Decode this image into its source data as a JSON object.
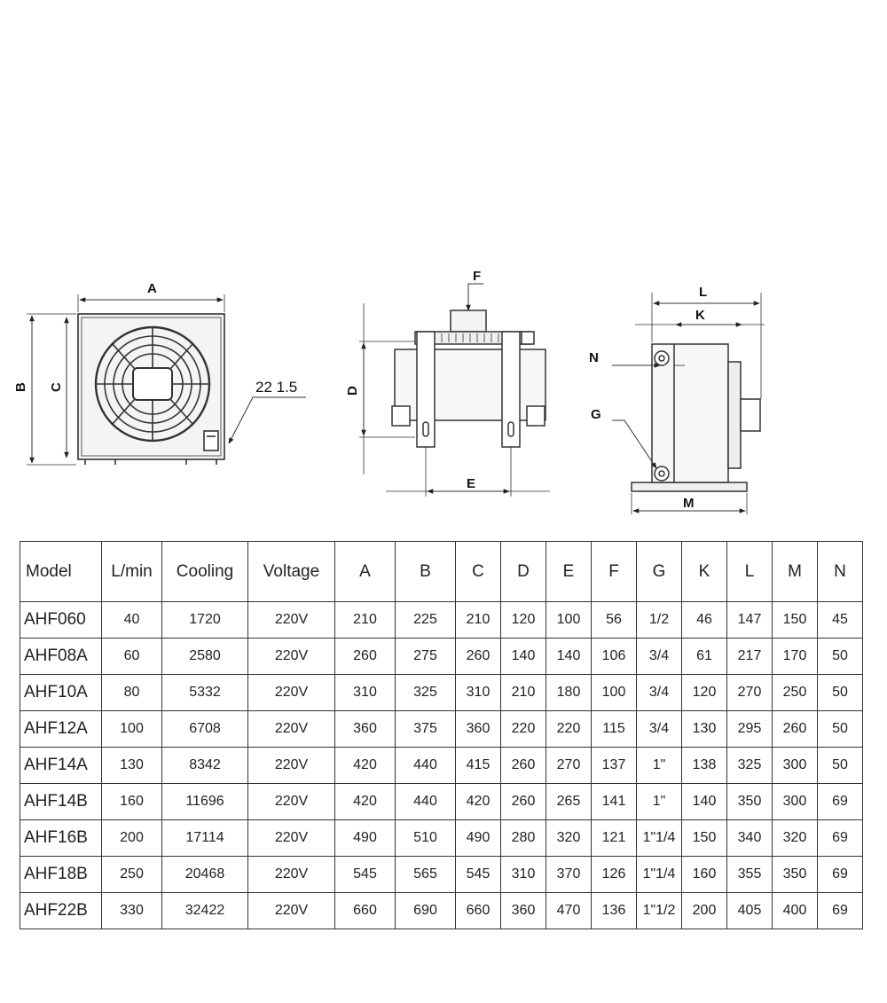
{
  "drawings": {
    "front": {
      "label_width": "A",
      "label_height_outer": "B",
      "label_height_inner": "C",
      "note": "22 1.5"
    },
    "middle": {
      "label_top": "F",
      "label_height": "D",
      "label_width": "E"
    },
    "side": {
      "label_L": "L",
      "label_K": "K",
      "label_N": "N",
      "label_G": "G",
      "label_M": "M"
    }
  },
  "table": {
    "headers": [
      "Model",
      "L/min",
      "Cooling",
      "Voltage",
      "A",
      "B",
      "C",
      "D",
      "E",
      "F",
      "G",
      "K",
      "L",
      "M",
      "N"
    ],
    "rows": [
      [
        "AHF060",
        "40",
        "1720",
        "220V",
        "210",
        "225",
        "210",
        "120",
        "100",
        "56",
        "1/2",
        "46",
        "147",
        "150",
        "45"
      ],
      [
        "AHF08A",
        "60",
        "2580",
        "220V",
        "260",
        "275",
        "260",
        "140",
        "140",
        "106",
        "3/4",
        "61",
        "217",
        "170",
        "50"
      ],
      [
        "AHF10A",
        "80",
        "5332",
        "220V",
        "310",
        "325",
        "310",
        "210",
        "180",
        "100",
        "3/4",
        "120",
        "270",
        "250",
        "50"
      ],
      [
        "AHF12A",
        "100",
        "6708",
        "220V",
        "360",
        "375",
        "360",
        "220",
        "220",
        "115",
        "3/4",
        "130",
        "295",
        "260",
        "50"
      ],
      [
        "AHF14A",
        "130",
        "8342",
        "220V",
        "420",
        "440",
        "415",
        "260",
        "270",
        "137",
        "1\"",
        "138",
        "325",
        "300",
        "50"
      ],
      [
        "AHF14B",
        "160",
        "11696",
        "220V",
        "420",
        "440",
        "420",
        "260",
        "265",
        "141",
        "1\"",
        "140",
        "350",
        "300",
        "69"
      ],
      [
        "AHF16B",
        "200",
        "17114",
        "220V",
        "490",
        "510",
        "490",
        "280",
        "320",
        "121",
        "1\"1/4",
        "150",
        "340",
        "320",
        "69"
      ],
      [
        "AHF18B",
        "250",
        "20468",
        "220V",
        "545",
        "565",
        "545",
        "310",
        "370",
        "126",
        "1\"1/4",
        "160",
        "355",
        "350",
        "69"
      ],
      [
        "AHF22B",
        "330",
        "32422",
        "220V",
        "660",
        "690",
        "660",
        "360",
        "470",
        "136",
        "1\"1/2",
        "200",
        "405",
        "400",
        "69"
      ]
    ]
  }
}
